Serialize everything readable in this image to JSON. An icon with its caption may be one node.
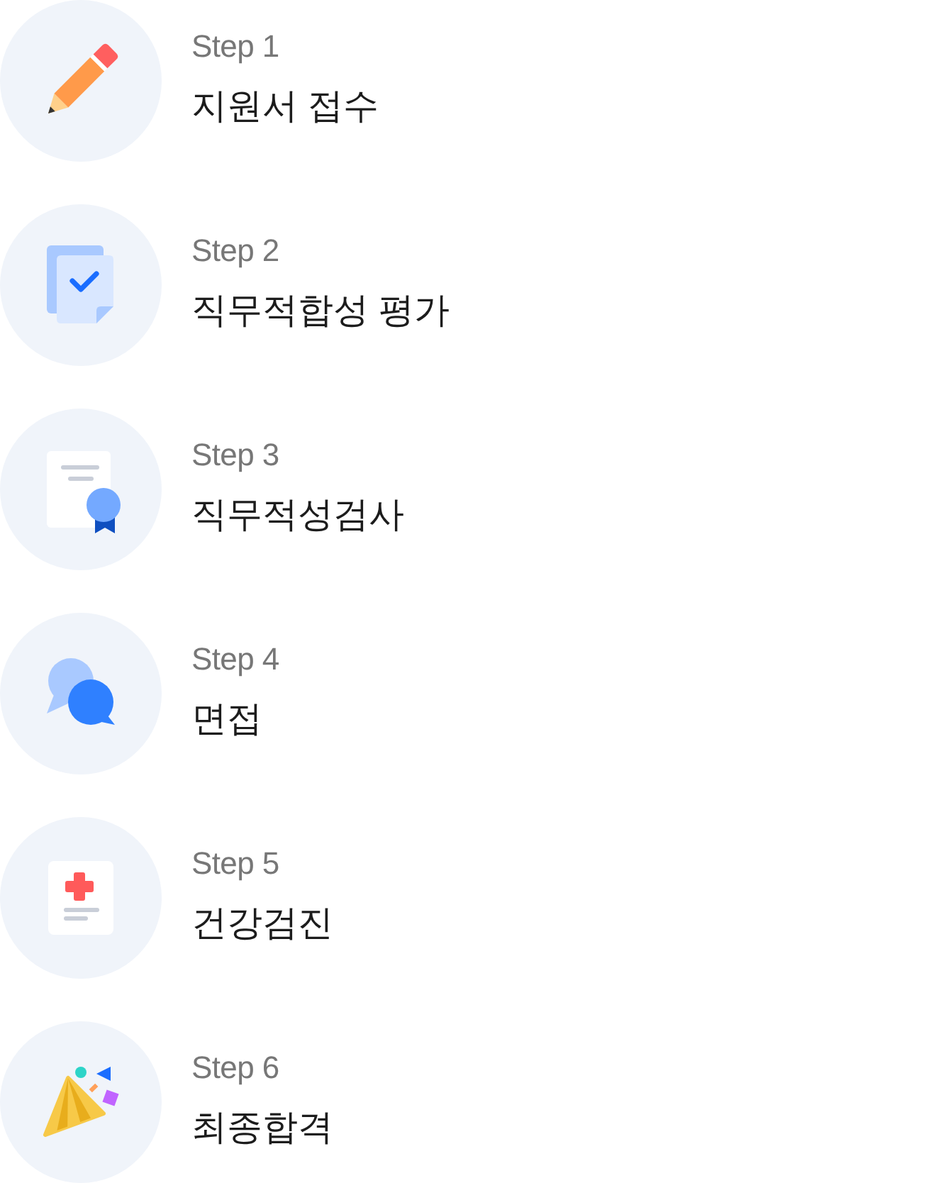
{
  "diagram": {
    "nodes": [
      {
        "text": [],
        "shape": "circle",
        "beside": [
          "Step 1",
          "지원서 접수"
        ]
      },
      {
        "text": [],
        "shape": "circle",
        "beside": [
          "Step 2",
          "직무적합성 평가"
        ]
      },
      {
        "text": [],
        "shape": "circle",
        "beside": [
          "Step 3",
          "직무적성검사"
        ]
      },
      {
        "text": [],
        "shape": "circle",
        "beside": [
          "Step 4",
          "면접"
        ]
      },
      {
        "text": [],
        "shape": "circle",
        "beside": [
          "Step 5",
          "건강검진"
        ]
      },
      {
        "text": [],
        "shape": "circle",
        "beside": [
          "Step 6",
          "최종합격"
        ]
      }
    ]
  }
}
